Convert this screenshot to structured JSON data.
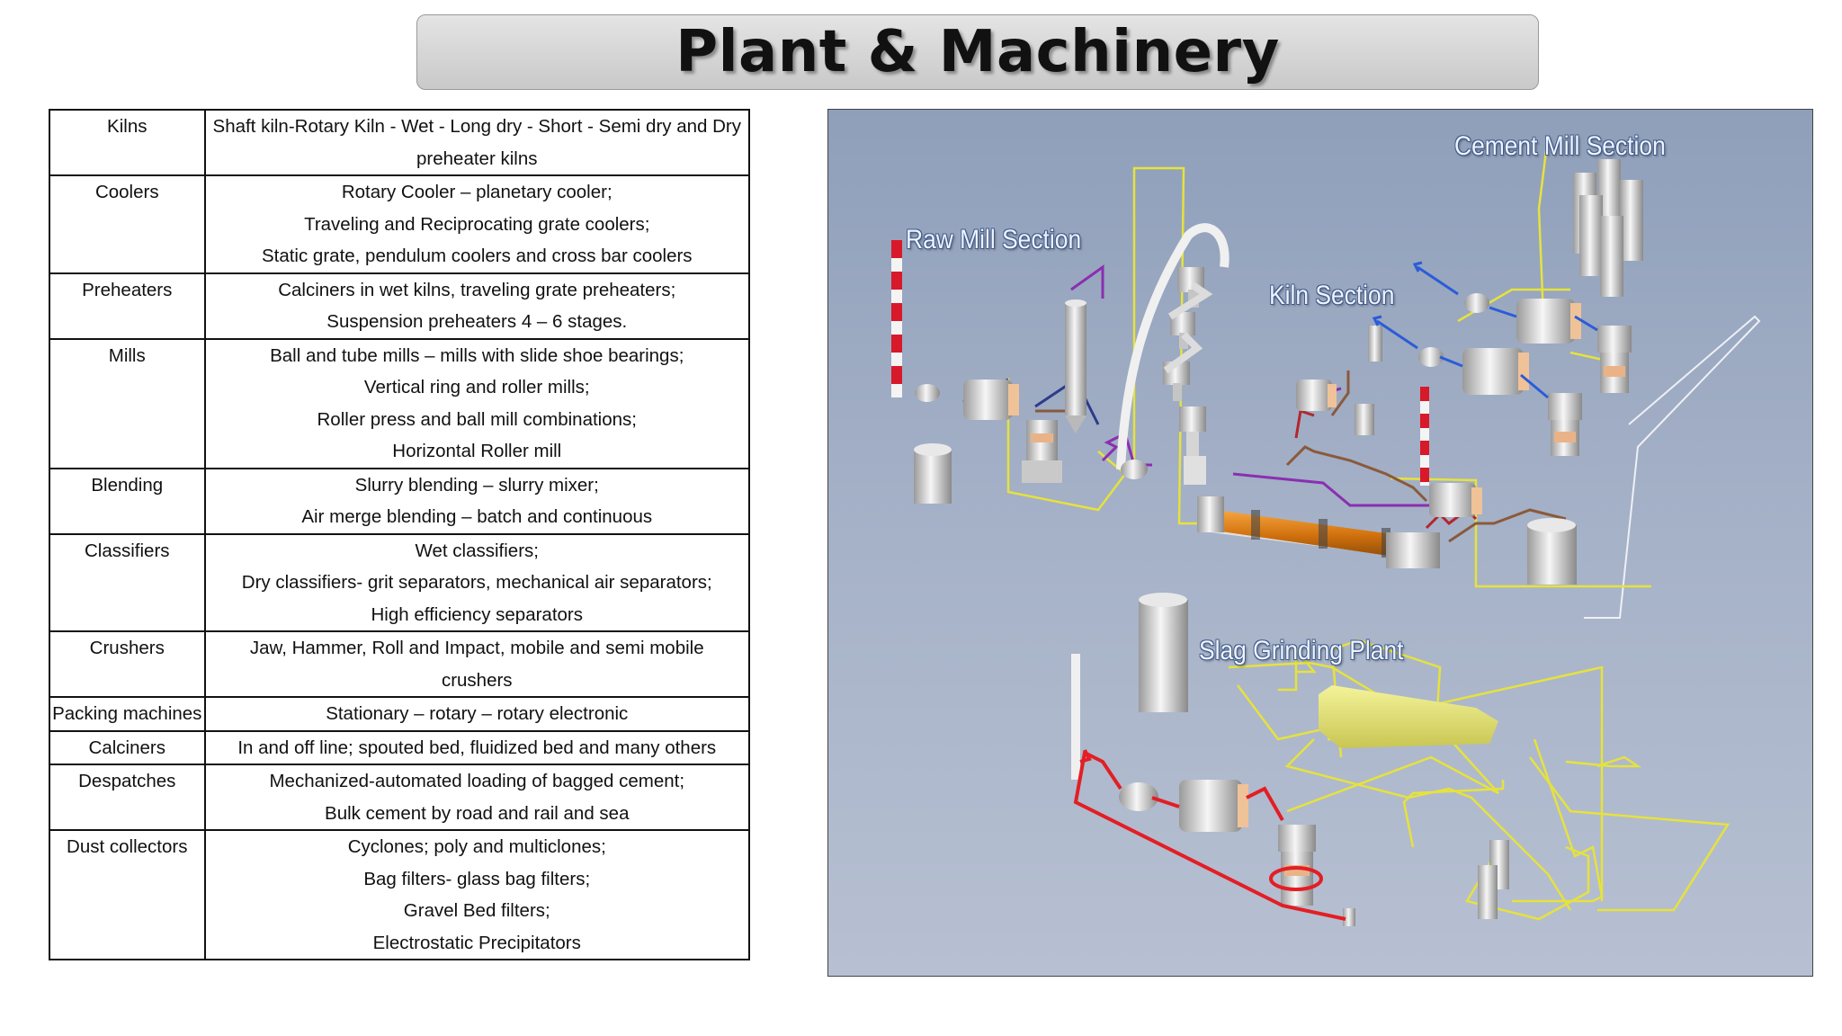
{
  "title": "Plant & Machinery",
  "rows": [
    {
      "category": "Kilns",
      "lines": [
        "Shaft kiln-Rotary Kiln -  Wet -  Long dry -  Short  - Semi dry and Dry",
        "preheater kilns"
      ]
    },
    {
      "category": "Coolers",
      "lines": [
        "Rotary Cooler – planetary cooler;",
        "Traveling and Reciprocating grate coolers;",
        "Static grate,  pendulum coolers and cross bar coolers"
      ]
    },
    {
      "category": "Preheaters",
      "lines": [
        "Calciners in wet kilns, traveling grate preheaters;",
        "Suspension preheaters 4 – 6 stages."
      ]
    },
    {
      "category": "Mills",
      "lines": [
        "Ball and tube mills – mills with slide shoe bearings;",
        "Vertical ring and roller mills;",
        "Roller press and ball mill combinations;",
        "Horizontal Roller mill"
      ]
    },
    {
      "category": "Blending",
      "lines": [
        "Slurry blending – slurry mixer;",
        "Air merge blending – batch and continuous"
      ]
    },
    {
      "category": "Classifiers",
      "lines": [
        "Wet classifiers;",
        "Dry classifiers-  grit separators, mechanical air separators;",
        "High efficiency separators"
      ]
    },
    {
      "category": "Crushers",
      "lines": [
        "Jaw, Hammer, Roll and Impact, mobile and semi mobile",
        "crushers"
      ]
    },
    {
      "category": "Packing machines",
      "lines": [
        "Stationary – rotary – rotary electronic"
      ]
    },
    {
      "category": "Calciners",
      "lines": [
        "In and off line; spouted bed, fluidized bed and many others"
      ]
    },
    {
      "category": "Despatches",
      "lines": [
        "Mechanized-automated loading of bagged cement;",
        "Bulk cement by road and rail and sea"
      ]
    },
    {
      "category": "Dust collectors",
      "lines": [
        "Cyclones; poly and multiclones;",
        "Bag filters- glass bag filters;",
        "Gravel Bed filters;",
        "Electrostatic Precipitators"
      ]
    }
  ],
  "diagram": {
    "labels": {
      "raw_mill": "Raw Mill Section",
      "kiln": "Kiln Section",
      "cement_mill": "Cement Mill Section",
      "slag": "Slag Grinding Plant"
    }
  }
}
